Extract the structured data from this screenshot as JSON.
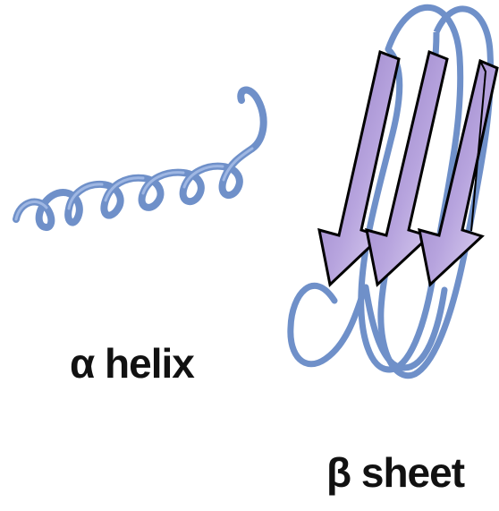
{
  "labels": {
    "alpha_helix": "α helix",
    "beta_sheet": "β sheet"
  },
  "colors": {
    "ribbon": "#6f90c9",
    "ribbon_dark": "#4f6fae",
    "arrow_fill_top": "#9b86c6",
    "arrow_fill_bottom": "#d8cdee",
    "arrow_stroke": "#000000",
    "text": "#111111"
  },
  "shapes": {
    "helix": "alpha-helix-ribbon",
    "sheet": "beta-sheet-arrows",
    "strand_count": 3
  }
}
